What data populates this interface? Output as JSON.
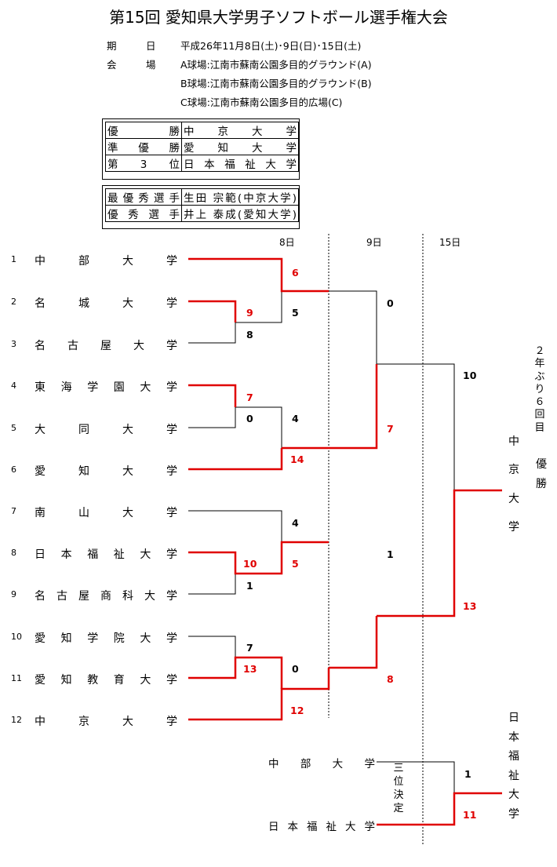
{
  "title": "第15回 愛知県大学男子ソフトボール選手権大会",
  "info": {
    "date_label": "期　　　日",
    "date_value": "平成26年11月8日(土)･9日(日)･15日(土)",
    "venue_label": "会　　　場",
    "venues": [
      "A球場:江南市蘇南公園多目的グラウンド(A)",
      "B球場:江南市蘇南公園多目的グラウンド(B)",
      "C球場:江南市蘇南公園多目的広場(C)"
    ]
  },
  "results": [
    {
      "label": "優勝",
      "value": "中京大学"
    },
    {
      "label": "準優勝",
      "value": "愛知大学"
    },
    {
      "label": "第3位",
      "value": "日本福祉大学"
    }
  ],
  "awards": [
    {
      "label": "最優秀選手",
      "value": "生田 宗範(中京大学)"
    },
    {
      "label": "優秀選手",
      "value": "井上 泰成(愛知大学)"
    }
  ],
  "days": [
    "8日",
    "9日",
    "15日"
  ],
  "teams": [
    {
      "no": "1",
      "name": "中部大学"
    },
    {
      "no": "2",
      "name": "名城大学"
    },
    {
      "no": "3",
      "name": "名古屋大学"
    },
    {
      "no": "4",
      "name": "東海学園大学"
    },
    {
      "no": "5",
      "name": "大同大学"
    },
    {
      "no": "6",
      "name": "愛知大学"
    },
    {
      "no": "7",
      "name": "南山大学"
    },
    {
      "no": "8",
      "name": "日本福祉大学"
    },
    {
      "no": "9",
      "name": "名古屋商科大学"
    },
    {
      "no": "10",
      "name": "愛知学院大学"
    },
    {
      "no": "11",
      "name": "愛知教育大学"
    },
    {
      "no": "12",
      "name": "中京大学"
    }
  ],
  "scores": {
    "r1_2v3": [
      "9",
      "8"
    ],
    "r1_4v5": [
      "7",
      "0"
    ],
    "r1_8v9": [
      "10",
      "1"
    ],
    "r1_10v11": [
      "7",
      "13"
    ],
    "r2_1": [
      "6",
      "5"
    ],
    "r2_2": [
      "4",
      "14"
    ],
    "r2_3": [
      "4",
      "5"
    ],
    "r2_4": [
      "0",
      "12"
    ],
    "sf_1": [
      "0",
      "7"
    ],
    "sf_2": [
      "1",
      "8"
    ],
    "final": [
      "10",
      "13"
    ],
    "third": [
      "1",
      "11"
    ]
  },
  "champion": {
    "note": "２年ぶり６回目",
    "title": "優勝",
    "name": "中京大学"
  },
  "third_place": {
    "label": "三位決定",
    "team_a": "中部大学",
    "team_b": "日本福祉大学",
    "winner": "日本福祉大学"
  },
  "colors": {
    "win": "#e00000",
    "line": "#000000"
  }
}
